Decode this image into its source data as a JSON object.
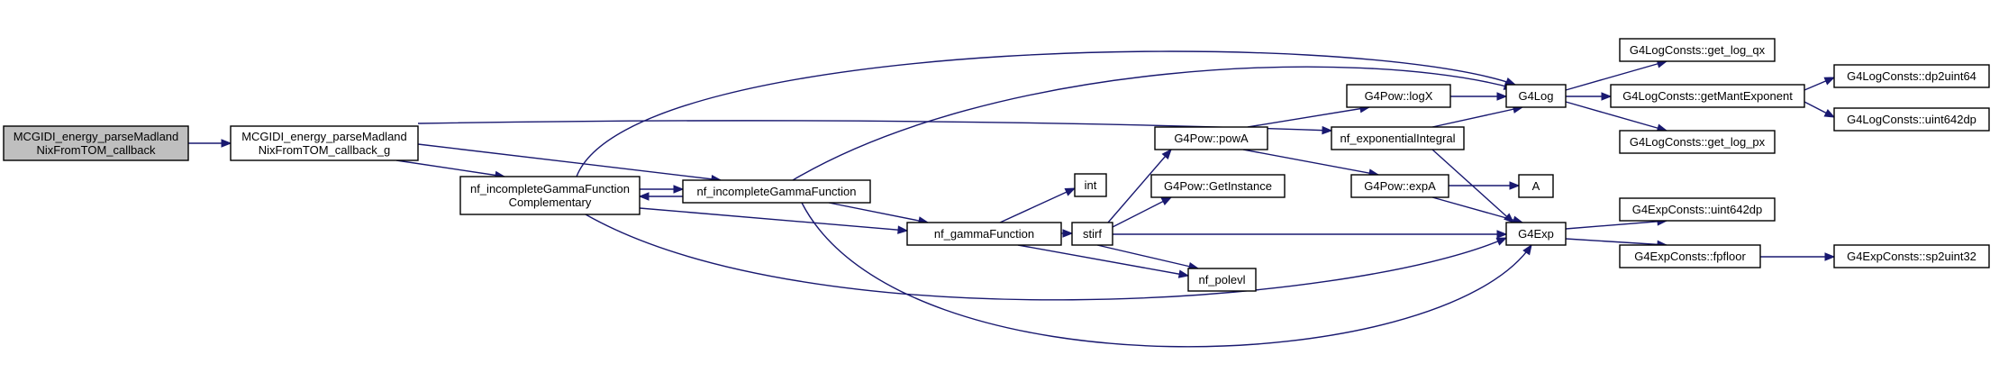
{
  "graph": {
    "nodes": {
      "n0": {
        "lines": [
          "MCGIDI_energy_parseMadland",
          "NixFromTOM_callback"
        ]
      },
      "n1": {
        "lines": [
          "MCGIDI_energy_parseMadland",
          "NixFromTOM_callback_g"
        ]
      },
      "n2": {
        "lines": [
          "nf_incompleteGammaFunction",
          "Complementary"
        ]
      },
      "n3": {
        "lines": [
          "nf_incompleteGammaFunction"
        ]
      },
      "n4": {
        "lines": [
          "nf_gammaFunction"
        ]
      },
      "n5": {
        "lines": [
          "int"
        ]
      },
      "n6": {
        "lines": [
          "stirf"
        ]
      },
      "n7": {
        "lines": [
          "nf_polevl"
        ]
      },
      "n8": {
        "lines": [
          "G4Pow::powA"
        ]
      },
      "n9": {
        "lines": [
          "G4Pow::GetInstance"
        ]
      },
      "n10": {
        "lines": [
          "G4Pow::logX"
        ]
      },
      "n11": {
        "lines": [
          "G4Pow::expA"
        ]
      },
      "n12": {
        "lines": [
          "nf_exponentialIntegral"
        ]
      },
      "n13": {
        "lines": [
          "A"
        ]
      },
      "n14": {
        "lines": [
          "G4Log"
        ]
      },
      "n15": {
        "lines": [
          "G4Exp"
        ]
      },
      "n16": {
        "lines": [
          "G4LogConsts::get_log_qx"
        ]
      },
      "n17": {
        "lines": [
          "G4LogConsts::getMantExponent"
        ]
      },
      "n18": {
        "lines": [
          "G4LogConsts::get_log_px"
        ]
      },
      "n19": {
        "lines": [
          "G4LogConsts::dp2uint64"
        ]
      },
      "n20": {
        "lines": [
          "G4LogConsts::uint642dp"
        ]
      },
      "n21": {
        "lines": [
          "G4ExpConsts::uint642dp"
        ]
      },
      "n22": {
        "lines": [
          "G4ExpConsts::fpfloor"
        ]
      },
      "n23": {
        "lines": [
          "G4ExpConsts::sp2uint32"
        ]
      }
    },
    "edges": [
      [
        "n0",
        "n1"
      ],
      [
        "n1",
        "n2"
      ],
      [
        "n1",
        "n3"
      ],
      [
        "n1",
        "n12"
      ],
      [
        "n2",
        "n3"
      ],
      [
        "n3",
        "n2"
      ],
      [
        "n2",
        "n4"
      ],
      [
        "n2",
        "n14"
      ],
      [
        "n2",
        "n15"
      ],
      [
        "n3",
        "n4"
      ],
      [
        "n3",
        "n14"
      ],
      [
        "n3",
        "n15"
      ],
      [
        "n4",
        "n5"
      ],
      [
        "n4",
        "n6"
      ],
      [
        "n4",
        "n7"
      ],
      [
        "n6",
        "n7"
      ],
      [
        "n6",
        "n8"
      ],
      [
        "n6",
        "n9"
      ],
      [
        "n6",
        "n15"
      ],
      [
        "n8",
        "n10"
      ],
      [
        "n8",
        "n11"
      ],
      [
        "n10",
        "n14"
      ],
      [
        "n11",
        "n13"
      ],
      [
        "n11",
        "n15"
      ],
      [
        "n12",
        "n14"
      ],
      [
        "n12",
        "n15"
      ],
      [
        "n14",
        "n16"
      ],
      [
        "n14",
        "n17"
      ],
      [
        "n14",
        "n18"
      ],
      [
        "n17",
        "n19"
      ],
      [
        "n17",
        "n20"
      ],
      [
        "n15",
        "n21"
      ],
      [
        "n15",
        "n22"
      ],
      [
        "n22",
        "n23"
      ]
    ]
  }
}
